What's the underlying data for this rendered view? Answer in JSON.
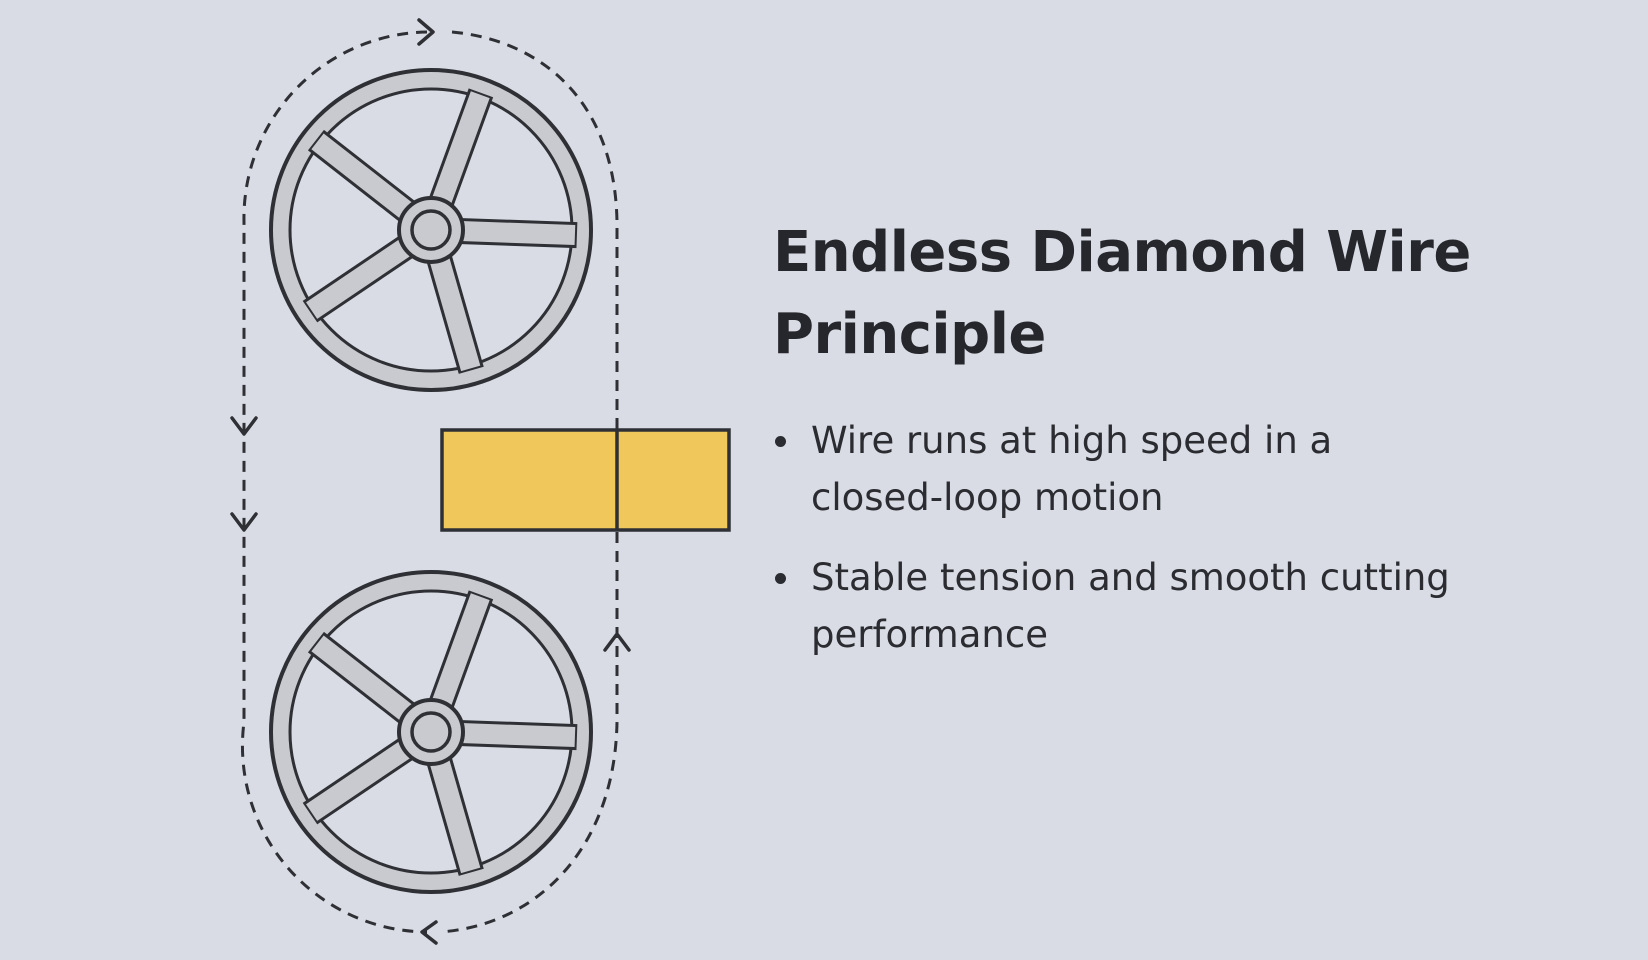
{
  "title": {
    "line1": "Endless Diamond Wire",
    "line2": "Principle"
  },
  "bullets": [
    {
      "line1": "Wire runs at high speed in a",
      "line2": "closed-loop motion"
    },
    {
      "line1": "Stable tension and smooth cutting",
      "line2": "performance"
    }
  ],
  "colors": {
    "background": "#d9dce4",
    "workpiece": "#f0c75a",
    "wheel": "#c9cacf",
    "outline": "#2e3035"
  },
  "icons": {
    "top_wheel": "spoked-wheel-icon",
    "bottom_wheel": "spoked-wheel-icon",
    "direction": "arrowhead-icon"
  }
}
